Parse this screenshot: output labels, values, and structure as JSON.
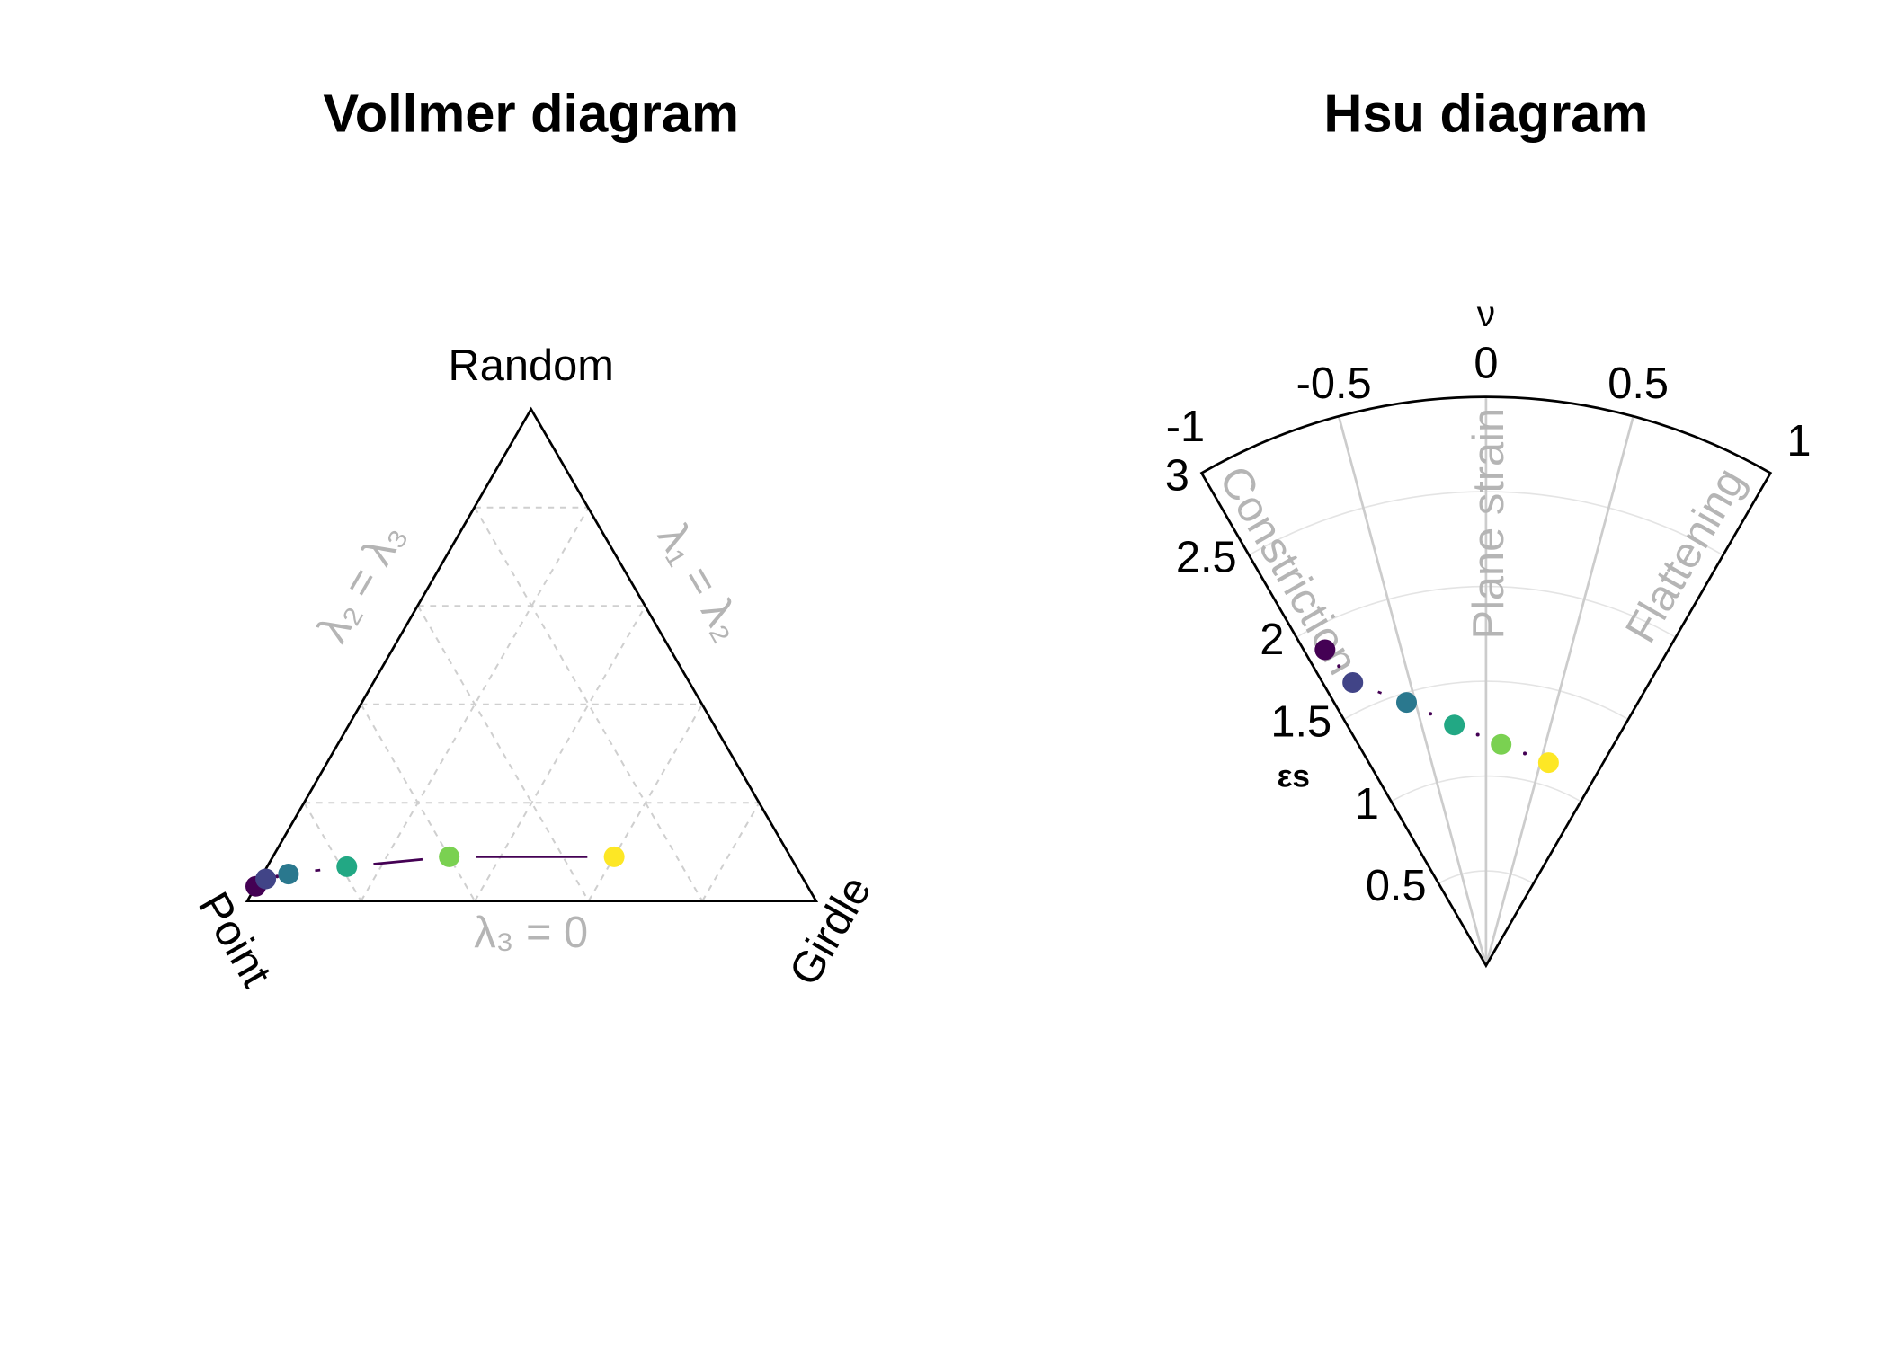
{
  "chart_data": [
    {
      "type": "scatter",
      "subtype": "ternary",
      "title": "Vollmer diagram",
      "vertices": {
        "top": "Random",
        "left": "Point",
        "right": "Girdle"
      },
      "annotations": {
        "left_edge": "λ₂ = λ₃",
        "right_edge": "λ₁ = λ₂",
        "bottom_edge": "λ₃ = 0"
      },
      "grid": true,
      "grid_levels": [
        0.2,
        0.4,
        0.6,
        0.8
      ],
      "points": [
        {
          "P": 0.97,
          "G": 0.0,
          "R": 0.03,
          "color": "#440154"
        },
        {
          "P": 0.95,
          "G": 0.01,
          "R": 0.045,
          "color": "#414487"
        },
        {
          "P": 0.9,
          "G": 0.045,
          "R": 0.055,
          "color": "#2A788E"
        },
        {
          "P": 0.79,
          "G": 0.14,
          "R": 0.07,
          "color": "#22A884"
        },
        {
          "P": 0.6,
          "G": 0.31,
          "R": 0.09,
          "color": "#7AD151"
        },
        {
          "P": 0.31,
          "G": 0.6,
          "R": 0.09,
          "color": "#FDE725"
        }
      ],
      "line_color": "#440154"
    },
    {
      "type": "scatter",
      "subtype": "polar-wedge",
      "title": "Hsu diagram",
      "theta_label": "ν",
      "r_label": "εs",
      "theta_range": [
        -1,
        1
      ],
      "r_range": [
        0,
        3
      ],
      "theta_ticks": [
        "-1",
        "-0.5",
        "0",
        "0.5",
        "1"
      ],
      "r_ticks": [
        "0.5",
        "1",
        "1.5",
        "2",
        "2.5",
        "3"
      ],
      "annotations": {
        "left": "Constriction",
        "center": "Plane strain",
        "right": "Flattening"
      },
      "grid": true,
      "points": [
        {
          "nu": -0.9,
          "es": 1.87,
          "color": "#440154"
        },
        {
          "nu": -0.84,
          "es": 1.65,
          "color": "#414487"
        },
        {
          "nu": -0.56,
          "es": 1.45,
          "color": "#2A788E"
        },
        {
          "nu": -0.25,
          "es": 1.28,
          "color": "#22A884"
        },
        {
          "nu": 0.13,
          "es": 1.17,
          "color": "#7AD151"
        },
        {
          "nu": 0.57,
          "es": 1.12,
          "color": "#FDE725"
        }
      ],
      "line_color": "#440154"
    }
  ]
}
